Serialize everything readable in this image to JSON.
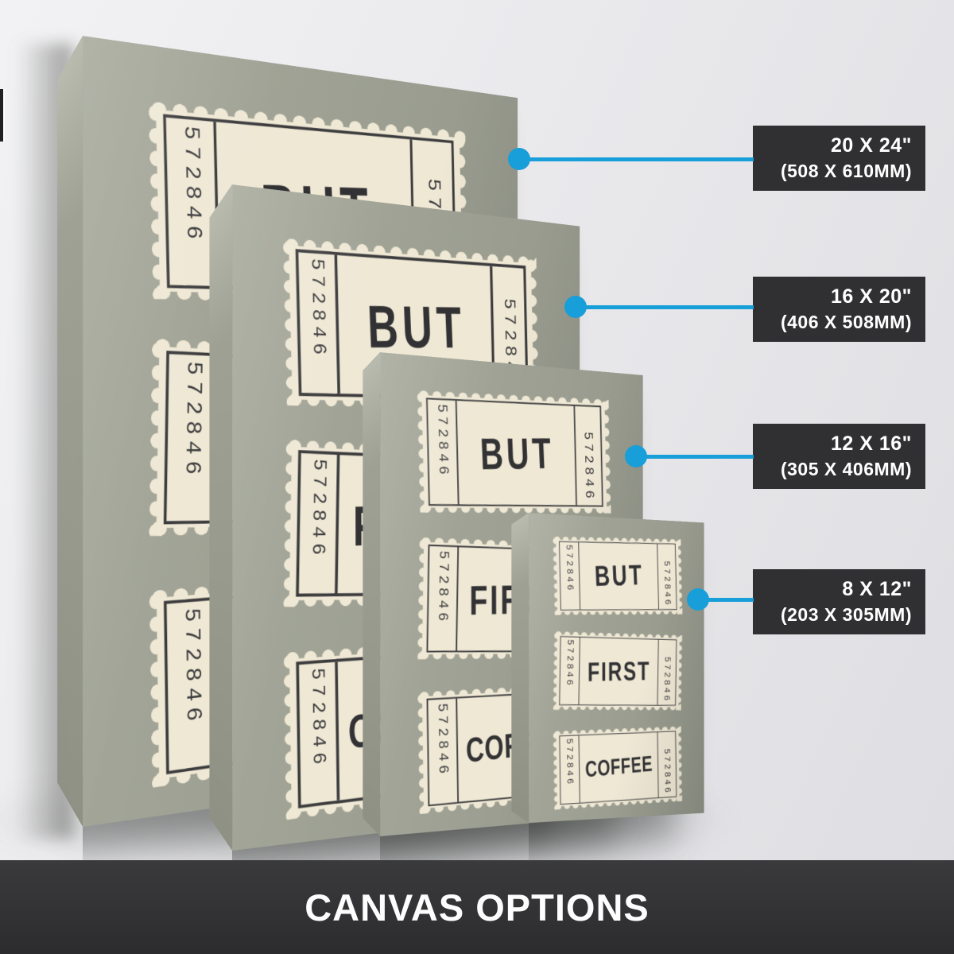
{
  "footer": {
    "title": "CANVAS OPTIONS"
  },
  "artwork": {
    "ticket_number": "572846",
    "words": [
      "BUT",
      "FIRST",
      "COFFEE"
    ]
  },
  "options": [
    {
      "size": "20 X 24\"",
      "mm": "(508 X 610MM)"
    },
    {
      "size": "16 X 20\"",
      "mm": "(406 X 508MM)"
    },
    {
      "size": "12 X 16\"",
      "mm": "(305 X 406MM)"
    },
    {
      "size": "8 X 12\"",
      "mm": "(203 X 305MM)"
    }
  ],
  "colors": {
    "accent": "#189ed8",
    "label-bg": "#303032",
    "bar-bg": "#323234",
    "canvas-face": "#9b9e90",
    "canvas-side": "#999b8f",
    "ticket-cream": "#efe8d5",
    "ink": "#3c3c3e"
  }
}
